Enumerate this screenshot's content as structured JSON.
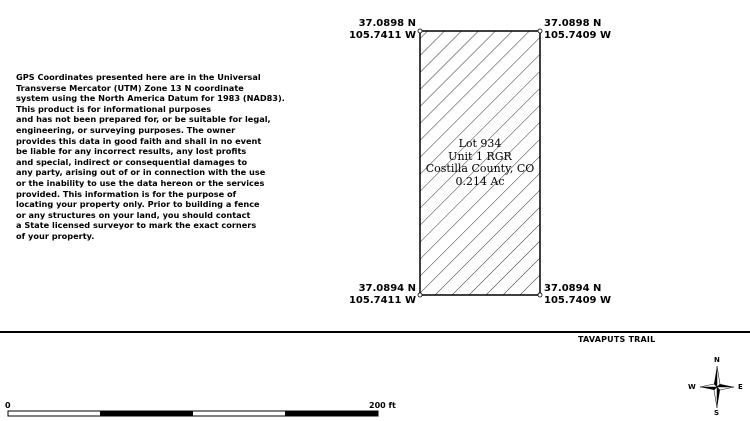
{
  "disclaimer_lines": [
    "GPS Coordinates presented here are in the Universal",
    "Transverse Mercator (UTM) Zone 13 N coordinate",
    "system using the North America Datum for 1983 (NAD83).",
    "This product is for informational purposes",
    "and has not been prepared for, or be suitable for legal,",
    "engineering, or surveying purposes. The owner",
    "provides this data in good faith and shall in no event",
    "be liable for any incorrect results, any lost profits",
    "and special, indirect or consequential damages to",
    "any party, arising out of or in connection with the use",
    "or the inability to use the data hereon or the services",
    "provided. This information is for the purpose of",
    "locating your property only.  Prior to building a fence",
    "or any structures on your land, you should contact",
    "a State licensed surveyor to mark the exact corners",
    "of your property."
  ],
  "corners": {
    "top_left": {
      "lat": "37.0898 N",
      "lon": "105.7411 W"
    },
    "top_right": {
      "lat": "37.0898 N",
      "lon": "105.7409 W"
    },
    "bottom_left": {
      "lat": "37.0894 N",
      "lon": "105.7411 W"
    },
    "bottom_right": {
      "lat": "37.0894 N",
      "lon": "105.7409 W"
    }
  },
  "lot": {
    "line1": "Lot 934",
    "line2": "Unit 1 RGR",
    "line3": "Costilla County, CO",
    "line4": "0.214 Ac"
  },
  "road": {
    "name": "TAVAPUTS TRAIL"
  },
  "compass": {
    "n": "N",
    "s": "S",
    "e": "E",
    "w": "W"
  },
  "scale": {
    "start": "0",
    "end": "200 ft"
  }
}
